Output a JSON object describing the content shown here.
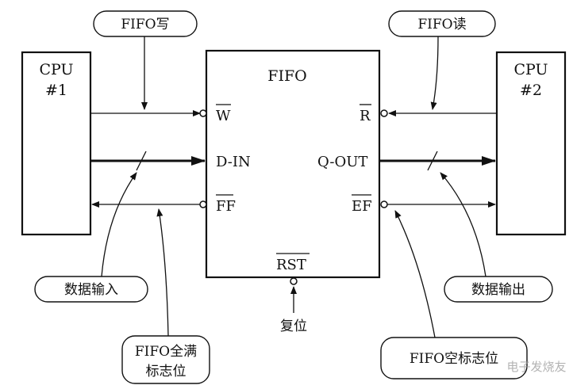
{
  "fifo": {
    "title": "FIFO",
    "pin_w": "W",
    "pin_din": "D-IN",
    "pin_ff": "FF",
    "pin_r": "R",
    "pin_qout": "Q-OUT",
    "pin_ef": "EF",
    "pin_rst": "RST"
  },
  "cpu1": {
    "line1": "CPU",
    "line2": "#1"
  },
  "cpu2": {
    "line1": "CPU",
    "line2": "#2"
  },
  "callouts": {
    "fifo_write": "FIFO写",
    "fifo_read": "FIFO读",
    "data_in": "数据输入",
    "data_out": "数据输出",
    "full_flag_line1": "FIFO全满",
    "full_flag_line2": "标志位",
    "empty_flag": "FIFO空标志位",
    "reset": "复位"
  },
  "watermark": "电子发烧友"
}
